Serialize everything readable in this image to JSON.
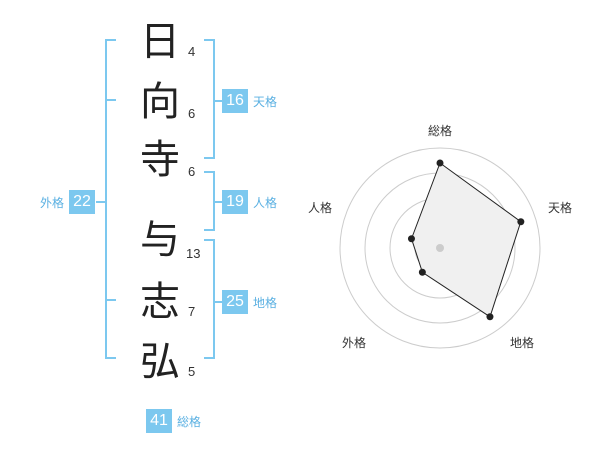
{
  "name": {
    "characters": [
      {
        "char": "日",
        "strokes": "4"
      },
      {
        "char": "向",
        "strokes": "6"
      },
      {
        "char": "寺",
        "strokes": "6"
      },
      {
        "char": "与",
        "strokes": "13"
      },
      {
        "char": "志",
        "strokes": "7"
      },
      {
        "char": "弘",
        "strokes": "5"
      }
    ]
  },
  "fortune": {
    "tenkaku": {
      "value": "16",
      "label": "天格"
    },
    "jinkaku": {
      "value": "19",
      "label": "人格"
    },
    "chikaku": {
      "value": "25",
      "label": "地格"
    },
    "gaikaku": {
      "value": "22",
      "label": "外格"
    },
    "soukaku": {
      "value": "41",
      "label": "総格"
    }
  },
  "chart_data": {
    "type": "radar",
    "axes": [
      "総格",
      "天格",
      "地格",
      "外格",
      "人格"
    ],
    "values": [
      0.85,
      0.85,
      0.85,
      0.3,
      0.3
    ],
    "rings": 4,
    "colors": {
      "fill": "#f0f0f0",
      "line": "#222222",
      "ring": "#cccccc",
      "center": "#cccccc"
    }
  },
  "colors": {
    "bracket": "#7cc8ef",
    "badge": "#7cc8ef",
    "label": "#5ab0e2"
  }
}
